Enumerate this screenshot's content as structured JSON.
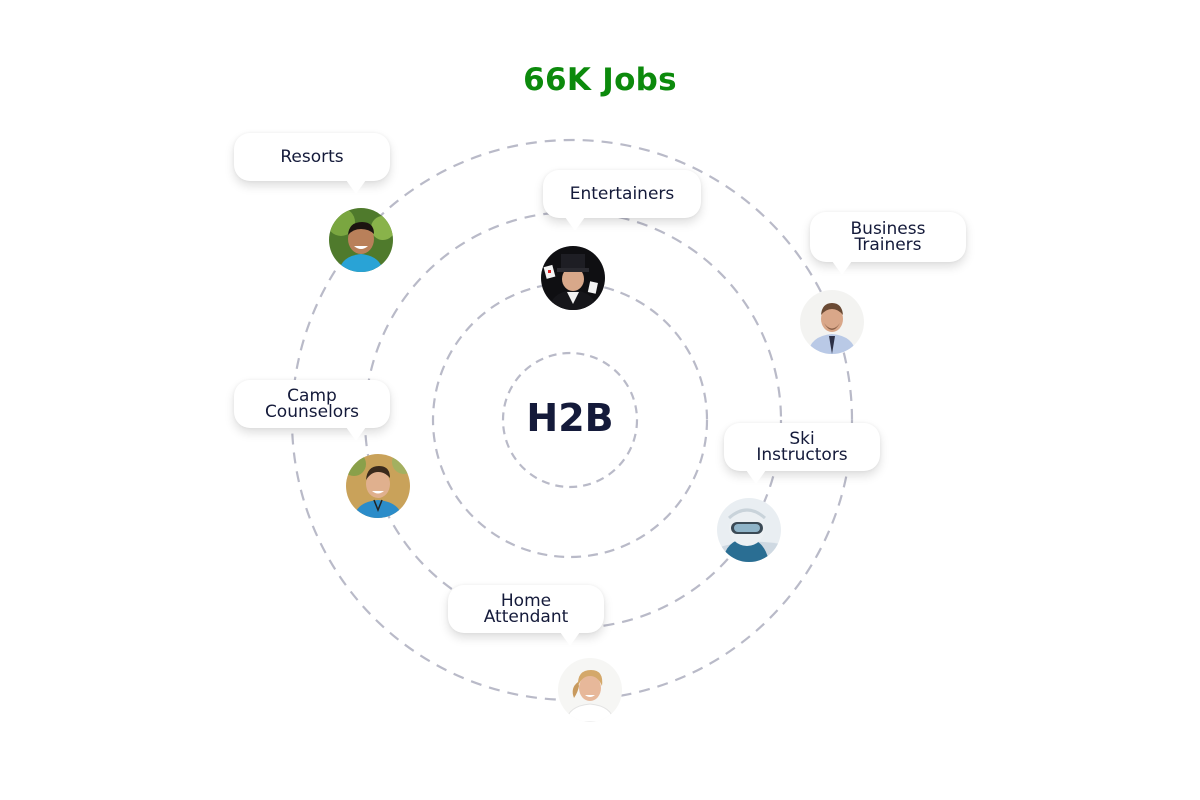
{
  "headline": "66K Jobs",
  "center_label": "H2B",
  "colors": {
    "headline": "#0c8a0c",
    "center_text": "#141a3a",
    "bubble_text": "#141a3a",
    "ring_stroke": "#b9bac8"
  },
  "job_labels": {
    "resorts": "Resorts",
    "entertainers": "Entertainers",
    "business_trainers": "Business\nTrainers",
    "camp_counselors": "Camp\nCounselors",
    "ski_instructors": "Ski\nInstructors",
    "home_attendant": "Home\nAttendant"
  },
  "avatar_icons": {
    "resorts": "smiling-man-photo",
    "entertainers": "magician-photo",
    "business_trainers": "businessman-photo",
    "camp_counselors": "camp-counselor-photo",
    "ski_instructors": "skier-photo",
    "home_attendant": "woman-attendant-photo"
  }
}
